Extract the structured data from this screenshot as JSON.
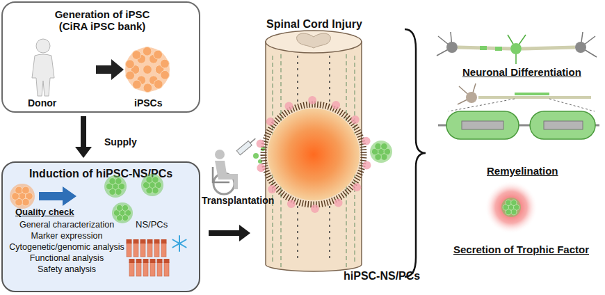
{
  "diagram": {
    "nodes": [
      {
        "text": [
          "Generation of iPSC (CiRA iPSC bank)"
        ]
      },
      {
        "text": [
          "Induction of hiPSC-NS/PCs",
          "Quality check",
          "General characterization",
          "Marker expression",
          "Cytogenetic/genomic analysis",
          "Functional analysis",
          "Safety analysis"
        ]
      },
      {
        "text": [
          "Spinal Cord Injury"
        ]
      }
    ],
    "edges": [
      {
        "from": 0,
        "to": 1,
        "arrow": "to",
        "label": "Supply"
      },
      {
        "from": 1,
        "to": 2,
        "arrow": "to"
      }
    ],
    "labels": [
      "Donor",
      "iPSCs",
      "NS/PCs",
      "Transplantation",
      "hiPSC-NS/PCs",
      "Neuronal Differentiation",
      "Remyelination",
      "Secretion of Trophic Factor"
    ]
  }
}
